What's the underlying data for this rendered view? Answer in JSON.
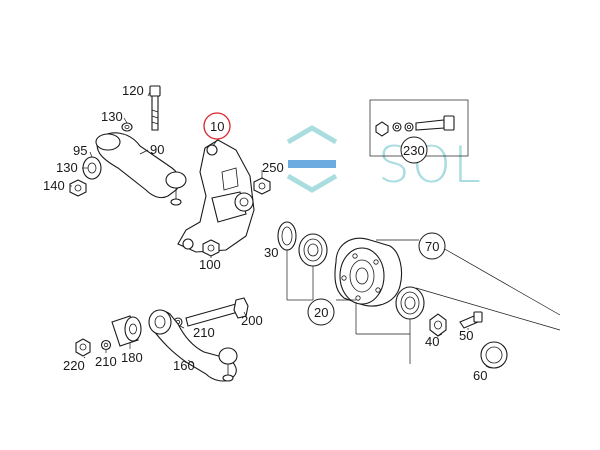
{
  "watermark": {
    "text": "SOL",
    "color": "#a9dde0",
    "accent": "#3b8fd6"
  },
  "highlight_color": "#d9262c",
  "parts": {
    "p120": "120",
    "p130a": "130",
    "p90": "90",
    "p95": "95",
    "p130b": "130",
    "p140": "140",
    "p10": "10",
    "p250": "250",
    "p100": "100",
    "p230": "230",
    "p30": "30",
    "p70": "70",
    "p20": "20",
    "p40": "40",
    "p50": "50",
    "p60": "60",
    "p210a": "210",
    "p200": "200",
    "p220": "220",
    "p210b": "210",
    "p180": "180",
    "p160": "160"
  }
}
